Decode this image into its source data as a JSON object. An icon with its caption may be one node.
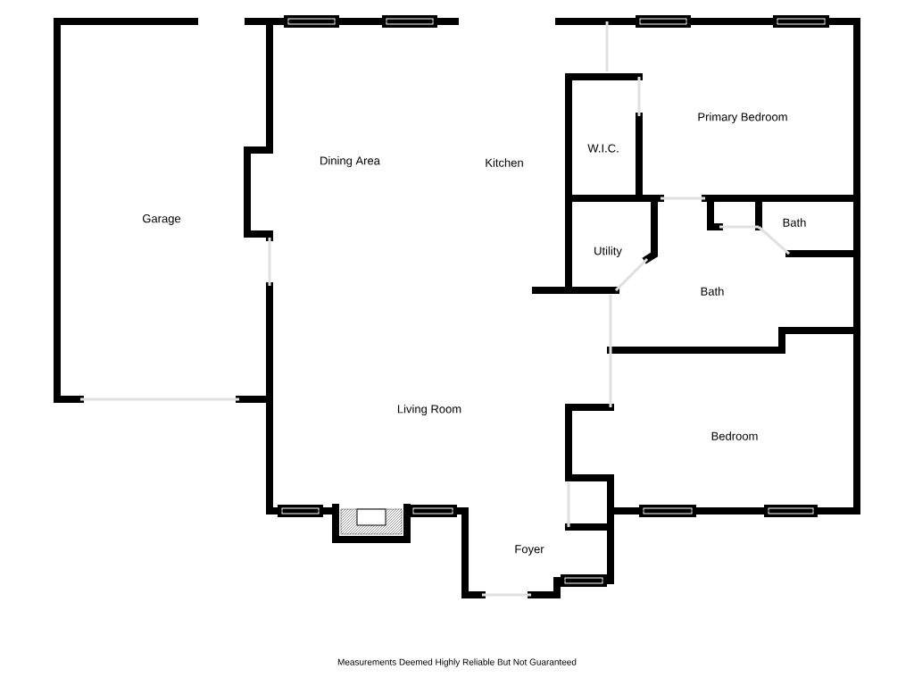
{
  "diagram": {
    "labels": [
      "Garage",
      "Dining Area",
      "Kitchen",
      "Primary Bedroom",
      "W.I.C.",
      "Bath",
      "Utility",
      "Bath",
      "Living Room",
      "Bedroom",
      "Foyer",
      "Measurements Deemed Highly Reliable But Not Guaranteed"
    ]
  }
}
